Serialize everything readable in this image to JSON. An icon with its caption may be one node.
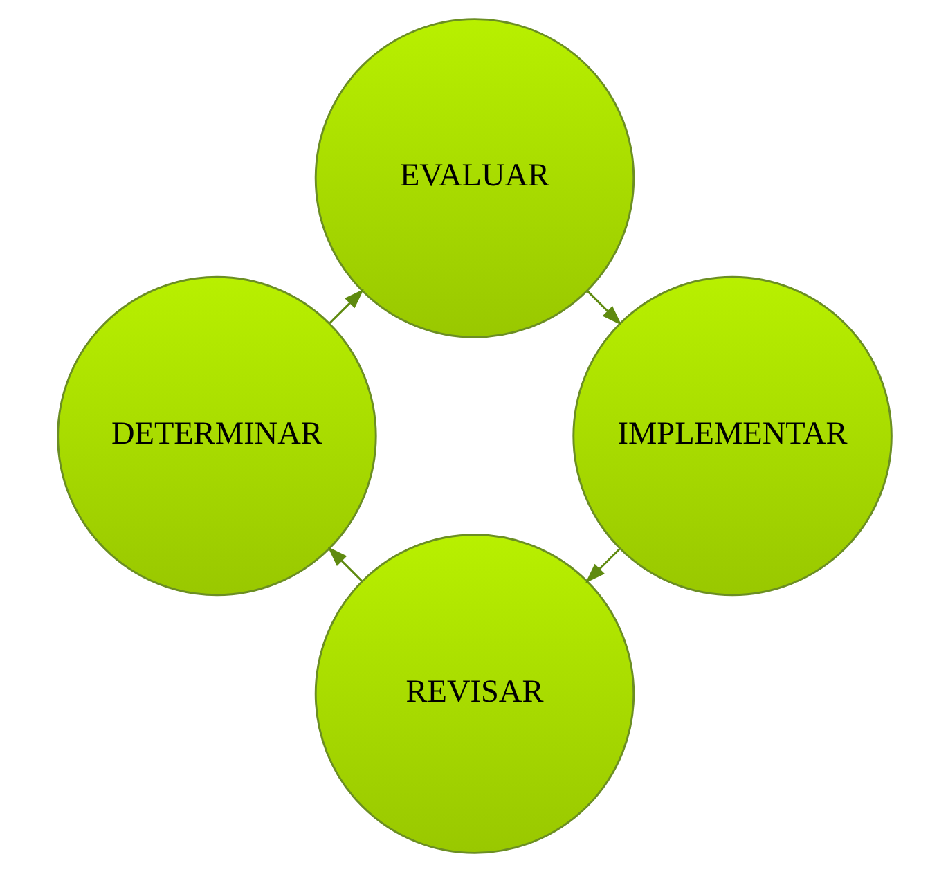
{
  "diagram": {
    "nodes": [
      {
        "text": [
          "REVISAR"
        ]
      },
      {
        "text": [
          "DETERMINAR"
        ]
      },
      {
        "text": [
          "EVALUAR"
        ]
      },
      {
        "text": [
          "IMPLEMENTAR"
        ]
      }
    ],
    "edges": [
      {
        "from": 0,
        "to": 1,
        "arrow": "to"
      },
      {
        "from": 1,
        "to": 2,
        "arrow": "to"
      },
      {
        "from": 2,
        "to": 3,
        "arrow": "to"
      },
      {
        "from": 3,
        "to": 0,
        "arrow": "to"
      }
    ]
  }
}
